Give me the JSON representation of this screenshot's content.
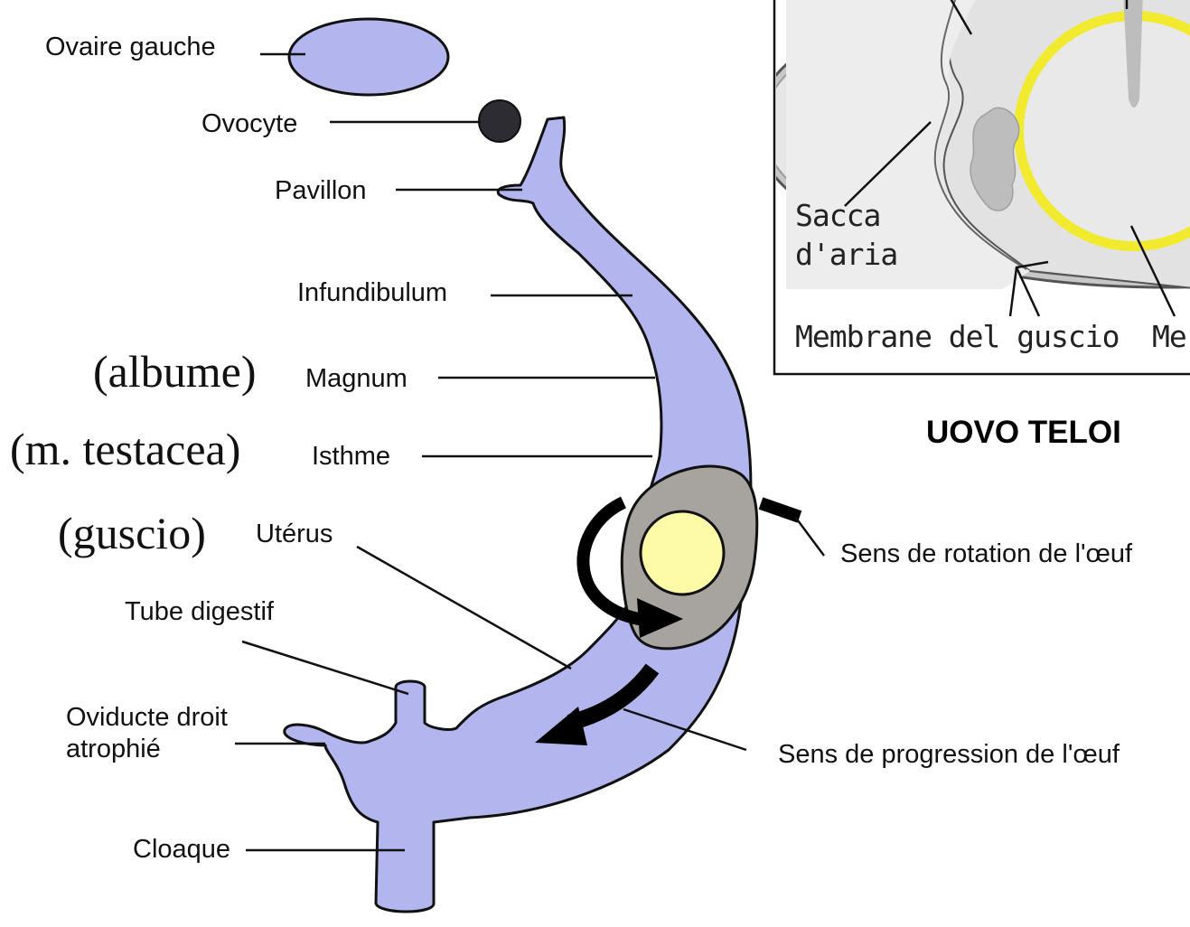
{
  "colors": {
    "oviduct_fill": "#b3b6ee",
    "egg_shell_fill": "#a7a39e",
    "yolk_fill": "#fdfba8",
    "ovocyte_fill": "#2e2c33",
    "inset_egg_fill": "#e4e4e4",
    "inset_yolk_ring": "#f4ea3c",
    "arrow_color": "#000000"
  },
  "left_labels": {
    "ovaire_gauche": "Ovaire gauche",
    "ovocyte": "Ovocyte",
    "pavillon": "Pavillon",
    "infundibulum": "Infundibulum",
    "magnum": "Magnum",
    "isthme": "Isthme",
    "uterus": "Utérus",
    "tube_digestif": "Tube digestif",
    "oviducte_line1": "Oviducte droit",
    "oviducte_line2": "atrophié",
    "cloaque": "Cloaque"
  },
  "annotations": {
    "albume": "(albume)",
    "testacea": "(m. testacea)",
    "guscio": "(guscio)"
  },
  "right_labels": {
    "rotation": "Sens de rotation de l'œuf",
    "progression": "Sens de progression de l'œuf"
  },
  "inset": {
    "sacca_line1": "Sacca",
    "sacca_line2": "d'aria",
    "membrane": "Membrane del guscio",
    "cut_label": "Me"
  },
  "section_title": "UOVO TELOI"
}
